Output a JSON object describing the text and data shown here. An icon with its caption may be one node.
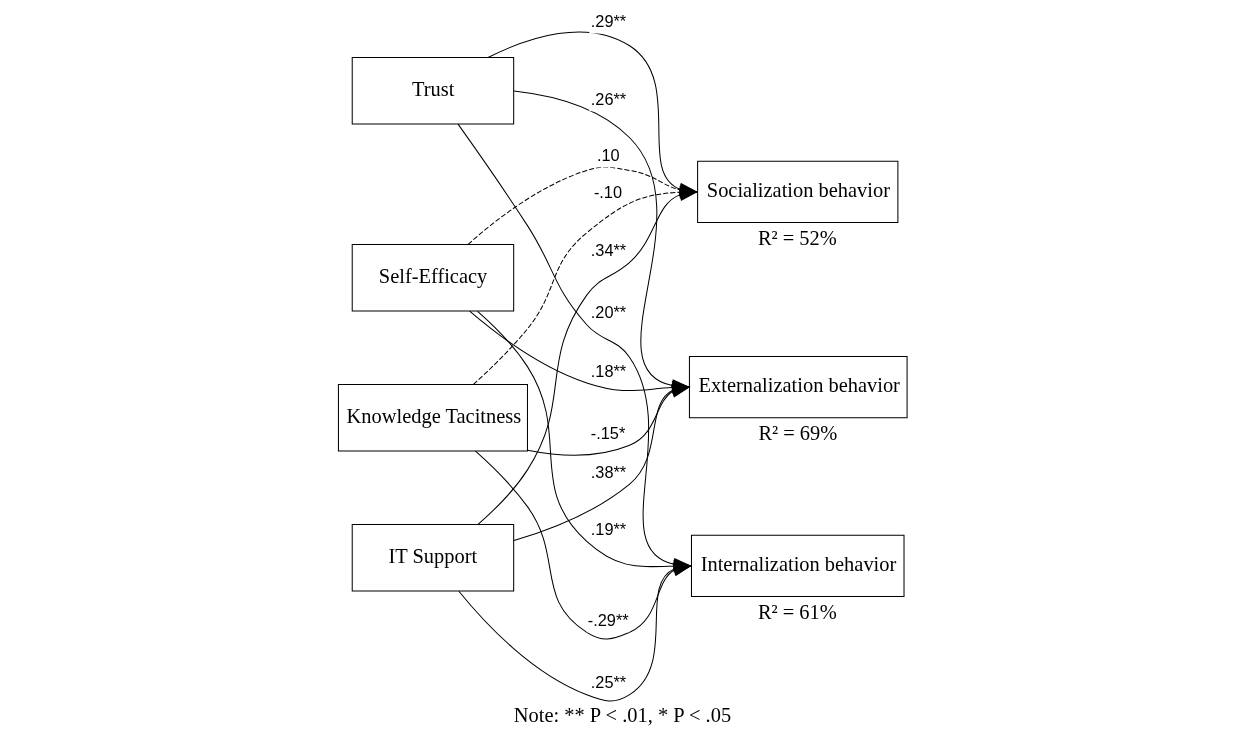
{
  "diagram": {
    "caption": "Note: ** P < .01, * P < .05",
    "nodes": [
      {
        "text": [
          "Trust"
        ]
      },
      {
        "text": [
          "Self-Efficacy"
        ]
      },
      {
        "text": [
          "Knowledge Tacitness"
        ]
      },
      {
        "text": [
          "IT Support"
        ]
      },
      {
        "text": [
          "Socialization behavior"
        ],
        "beside": [
          "R² = 52%"
        ]
      },
      {
        "text": [
          "Externalization behavior"
        ],
        "beside": [
          "R² = 69%"
        ]
      },
      {
        "text": [
          "Internalization behavior"
        ],
        "beside": [
          "R² = 61%"
        ]
      }
    ],
    "edges": [
      {
        "from": 0,
        "to": 4,
        "arrow": "to",
        "label": ".29**"
      },
      {
        "from": 0,
        "to": 5,
        "arrow": "to",
        "label": ".26**"
      },
      {
        "from": 0,
        "to": 6,
        "arrow": "to",
        "label": ".20**"
      },
      {
        "from": 1,
        "to": 4,
        "arrow": "to",
        "label": ".10",
        "style": "dashed"
      },
      {
        "from": 1,
        "to": 5,
        "arrow": "to",
        "label": ".18**"
      },
      {
        "from": 1,
        "to": 6,
        "arrow": "to",
        "label": ".19**"
      },
      {
        "from": 2,
        "to": 4,
        "arrow": "to",
        "label": "-.10",
        "style": "dashed"
      },
      {
        "from": 2,
        "to": 5,
        "arrow": "to",
        "label": "-.15*"
      },
      {
        "from": 2,
        "to": 6,
        "arrow": "to",
        "label": "-.29**"
      },
      {
        "from": 3,
        "to": 4,
        "arrow": "to",
        "label": ".34**"
      },
      {
        "from": 3,
        "to": 5,
        "arrow": "to",
        "label": ".38**"
      },
      {
        "from": 3,
        "to": 6,
        "arrow": "to",
        "label": ".25**"
      }
    ]
  }
}
